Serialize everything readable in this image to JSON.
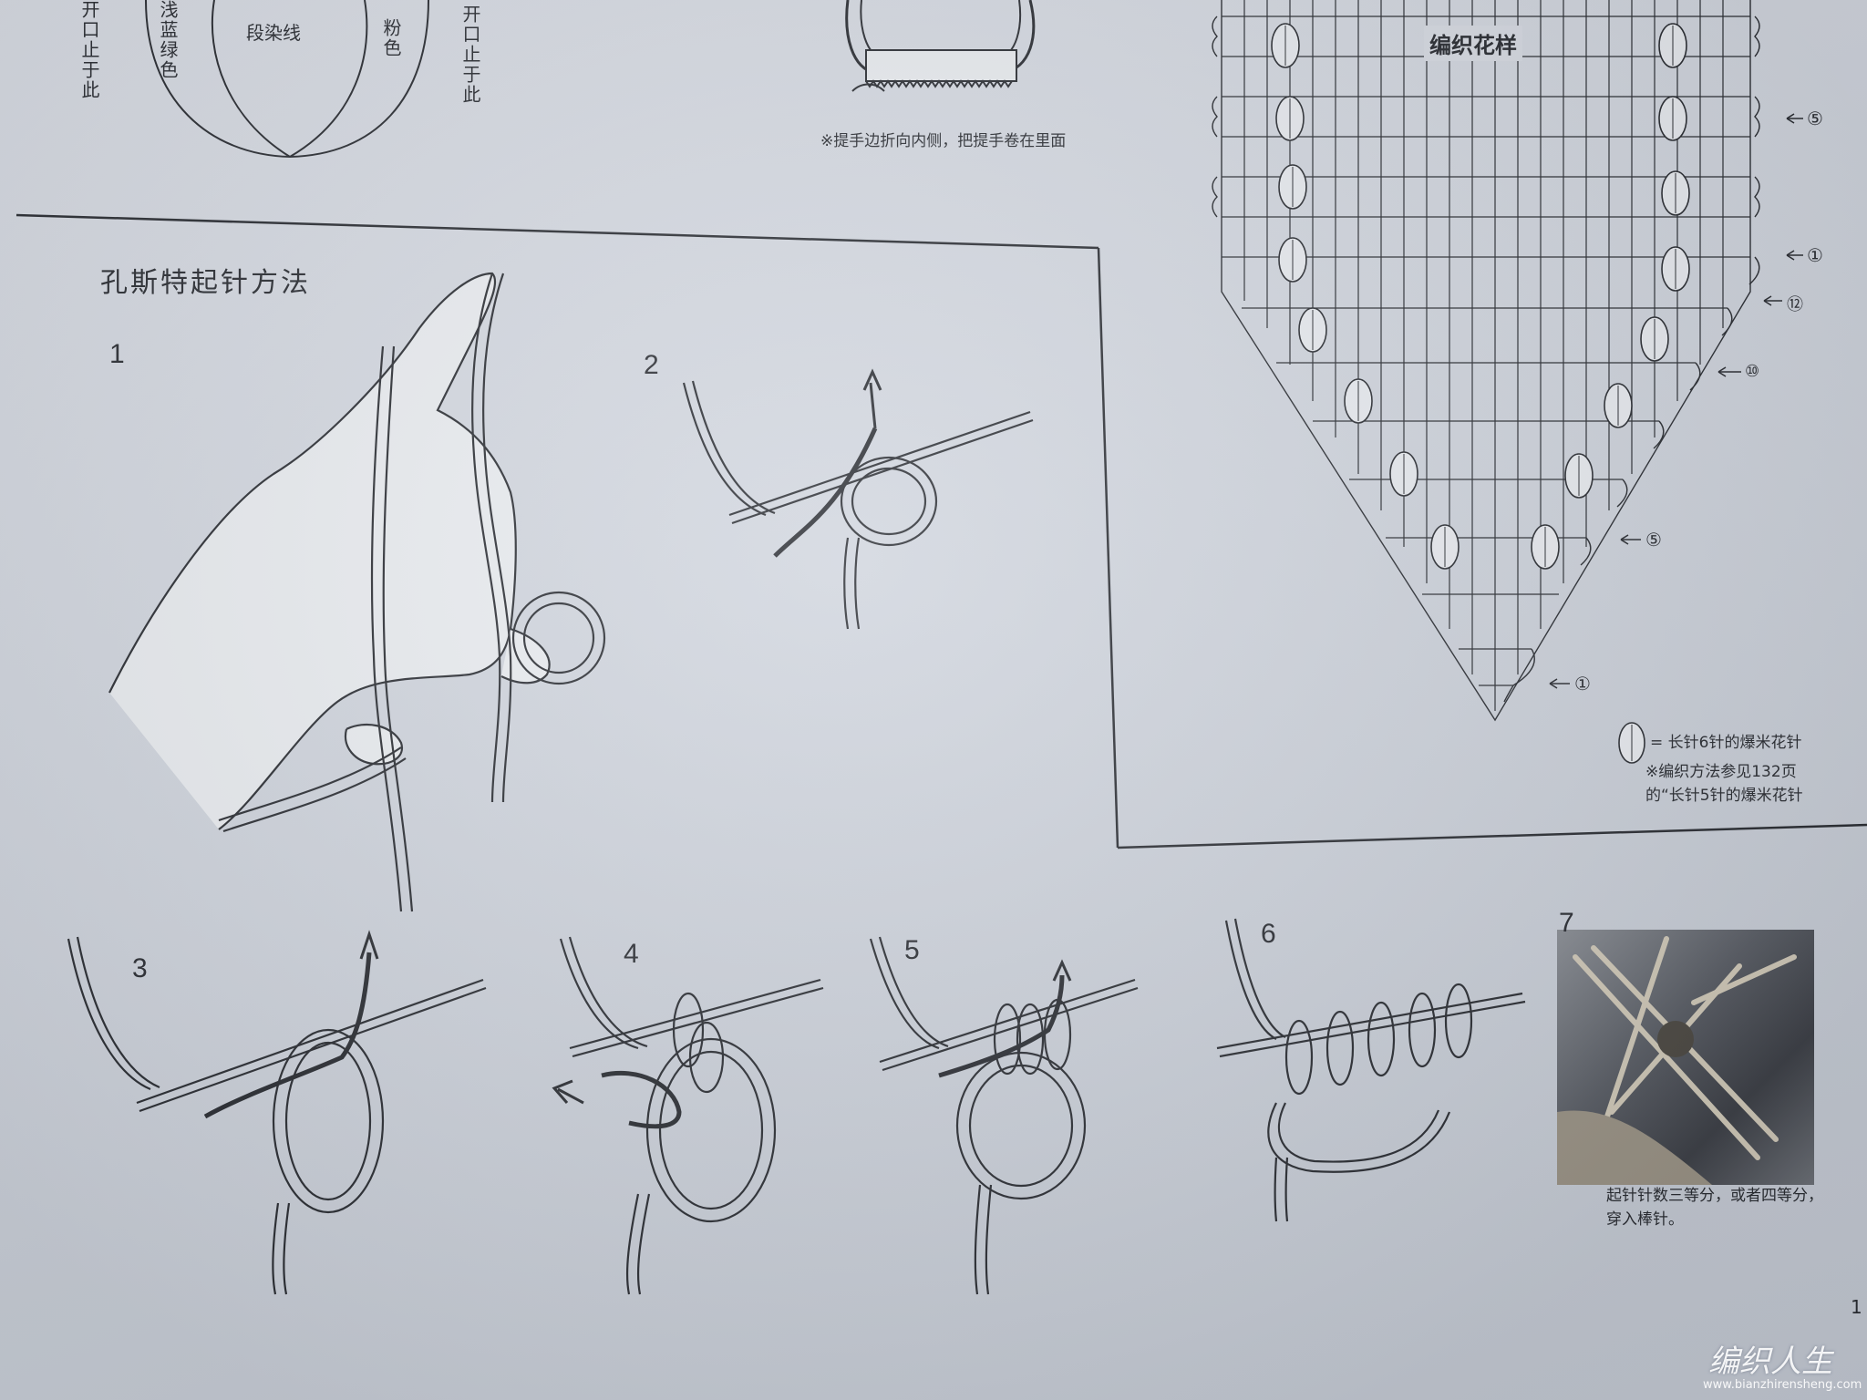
{
  "top_left": {
    "left_vertical_note": "开口止于此",
    "label_blue_green": "浅蓝绿色",
    "label_segment_yarn": "段染线",
    "label_pink": "粉色",
    "right_vertical_note": "开口止于此"
  },
  "handle_note": "※提手边折向内侧，把提手卷在里面",
  "chart_title": "编织花样",
  "row_markers": [
    "⑤",
    "①",
    "⑫",
    "⑩",
    "⑤",
    "①"
  ],
  "legend": {
    "symbol_name": "popcorn-stitch-icon",
    "definition": "= 长针6针的爆米花针",
    "note_line1": "※编织方法参见132页",
    "note_line2": "的“长针5针的爆米花针"
  },
  "section": {
    "title": "孔斯特起针方法",
    "steps": [
      "1",
      "2",
      "3",
      "4",
      "5",
      "6",
      "7"
    ]
  },
  "photo_caption": {
    "line1": "起针针数三等分，或者四等分，",
    "line2": "穿入棒针。"
  },
  "page_number": "1",
  "watermark": {
    "brand": "编织人生",
    "url": "www.bianzhirensheng.com"
  },
  "colors": {
    "paper": "#cfd4dd",
    "ink": "#2a2d33",
    "line_fill": "#ffffff"
  }
}
